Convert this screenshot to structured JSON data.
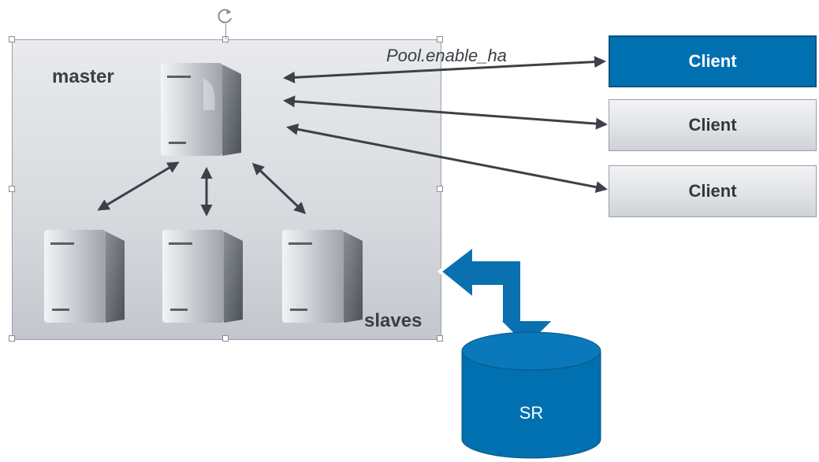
{
  "pool": {
    "master_label": "master",
    "slaves_label": "slaves",
    "pool_param": "Pool.enable_ha"
  },
  "clients": [
    {
      "label": "Client",
      "state": "selected"
    },
    {
      "label": "Client",
      "state": "normal"
    },
    {
      "label": "Client",
      "state": "normal"
    }
  ],
  "storage": {
    "label": "SR"
  },
  "colors": {
    "accent_blue": "#0070b0",
    "arrow": "#3c4048",
    "box_bg": "#d7d9de"
  }
}
